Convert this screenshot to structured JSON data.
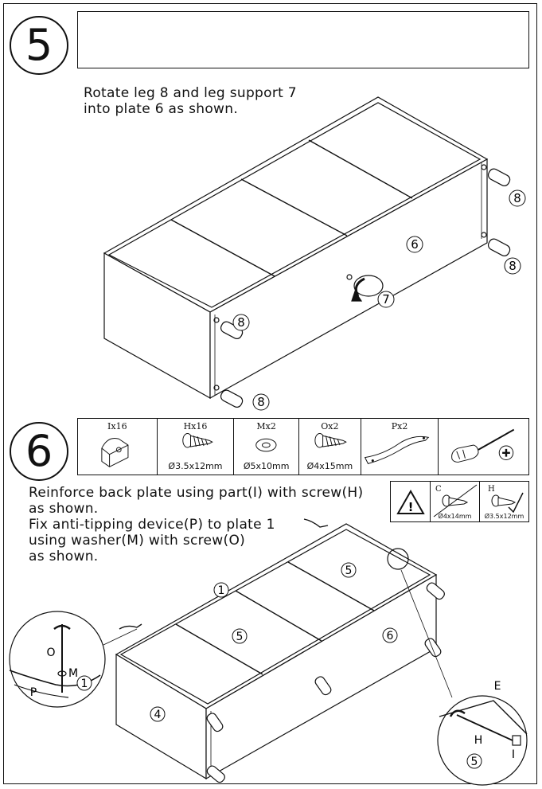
{
  "step5": {
    "number": "5",
    "instruction": "Rotate leg 8 and leg support 7\ninto plate 6 as shown.",
    "callouts": {
      "plate": "6",
      "support": "7",
      "leg": "8"
    }
  },
  "step6": {
    "number": "6",
    "parts": [
      {
        "label": "Ix16",
        "size": "",
        "icon": "corner-block-icon"
      },
      {
        "label": "Hx16",
        "size": "Ø3.5x12mm",
        "icon": "screw-icon"
      },
      {
        "label": "Mx2",
        "size": "Ø5x10mm",
        "icon": "washer-icon"
      },
      {
        "label": "Ox2",
        "size": "Ø4x15mm",
        "icon": "screw-icon"
      },
      {
        "label": "Px2",
        "size": "",
        "icon": "strap-icon"
      },
      {
        "label": "",
        "size": "",
        "icon": "screwdriver-icon"
      }
    ],
    "instruction": "Reinforce back plate using part(I) with screw(H)\nas shown.\nFix anti-tipping device(P) to plate 1\nusing washer(M) with screw(O)\nas shown.",
    "warning": {
      "icon": "warning-triangle-icon",
      "screw_c_label": "C",
      "screw_c_size": "Ø4x14mm",
      "screw_h_label": "H",
      "screw_h_size": "Ø3.5x12mm"
    },
    "callouts": {
      "plate1": "1",
      "plate4": "4",
      "plate5": "5",
      "plate6": "6"
    },
    "detail_left": {
      "o": "O",
      "m": "M",
      "p": "P",
      "plate": "1"
    },
    "detail_right": {
      "e": "E",
      "h": "H",
      "i": "I",
      "plate": "5"
    }
  }
}
